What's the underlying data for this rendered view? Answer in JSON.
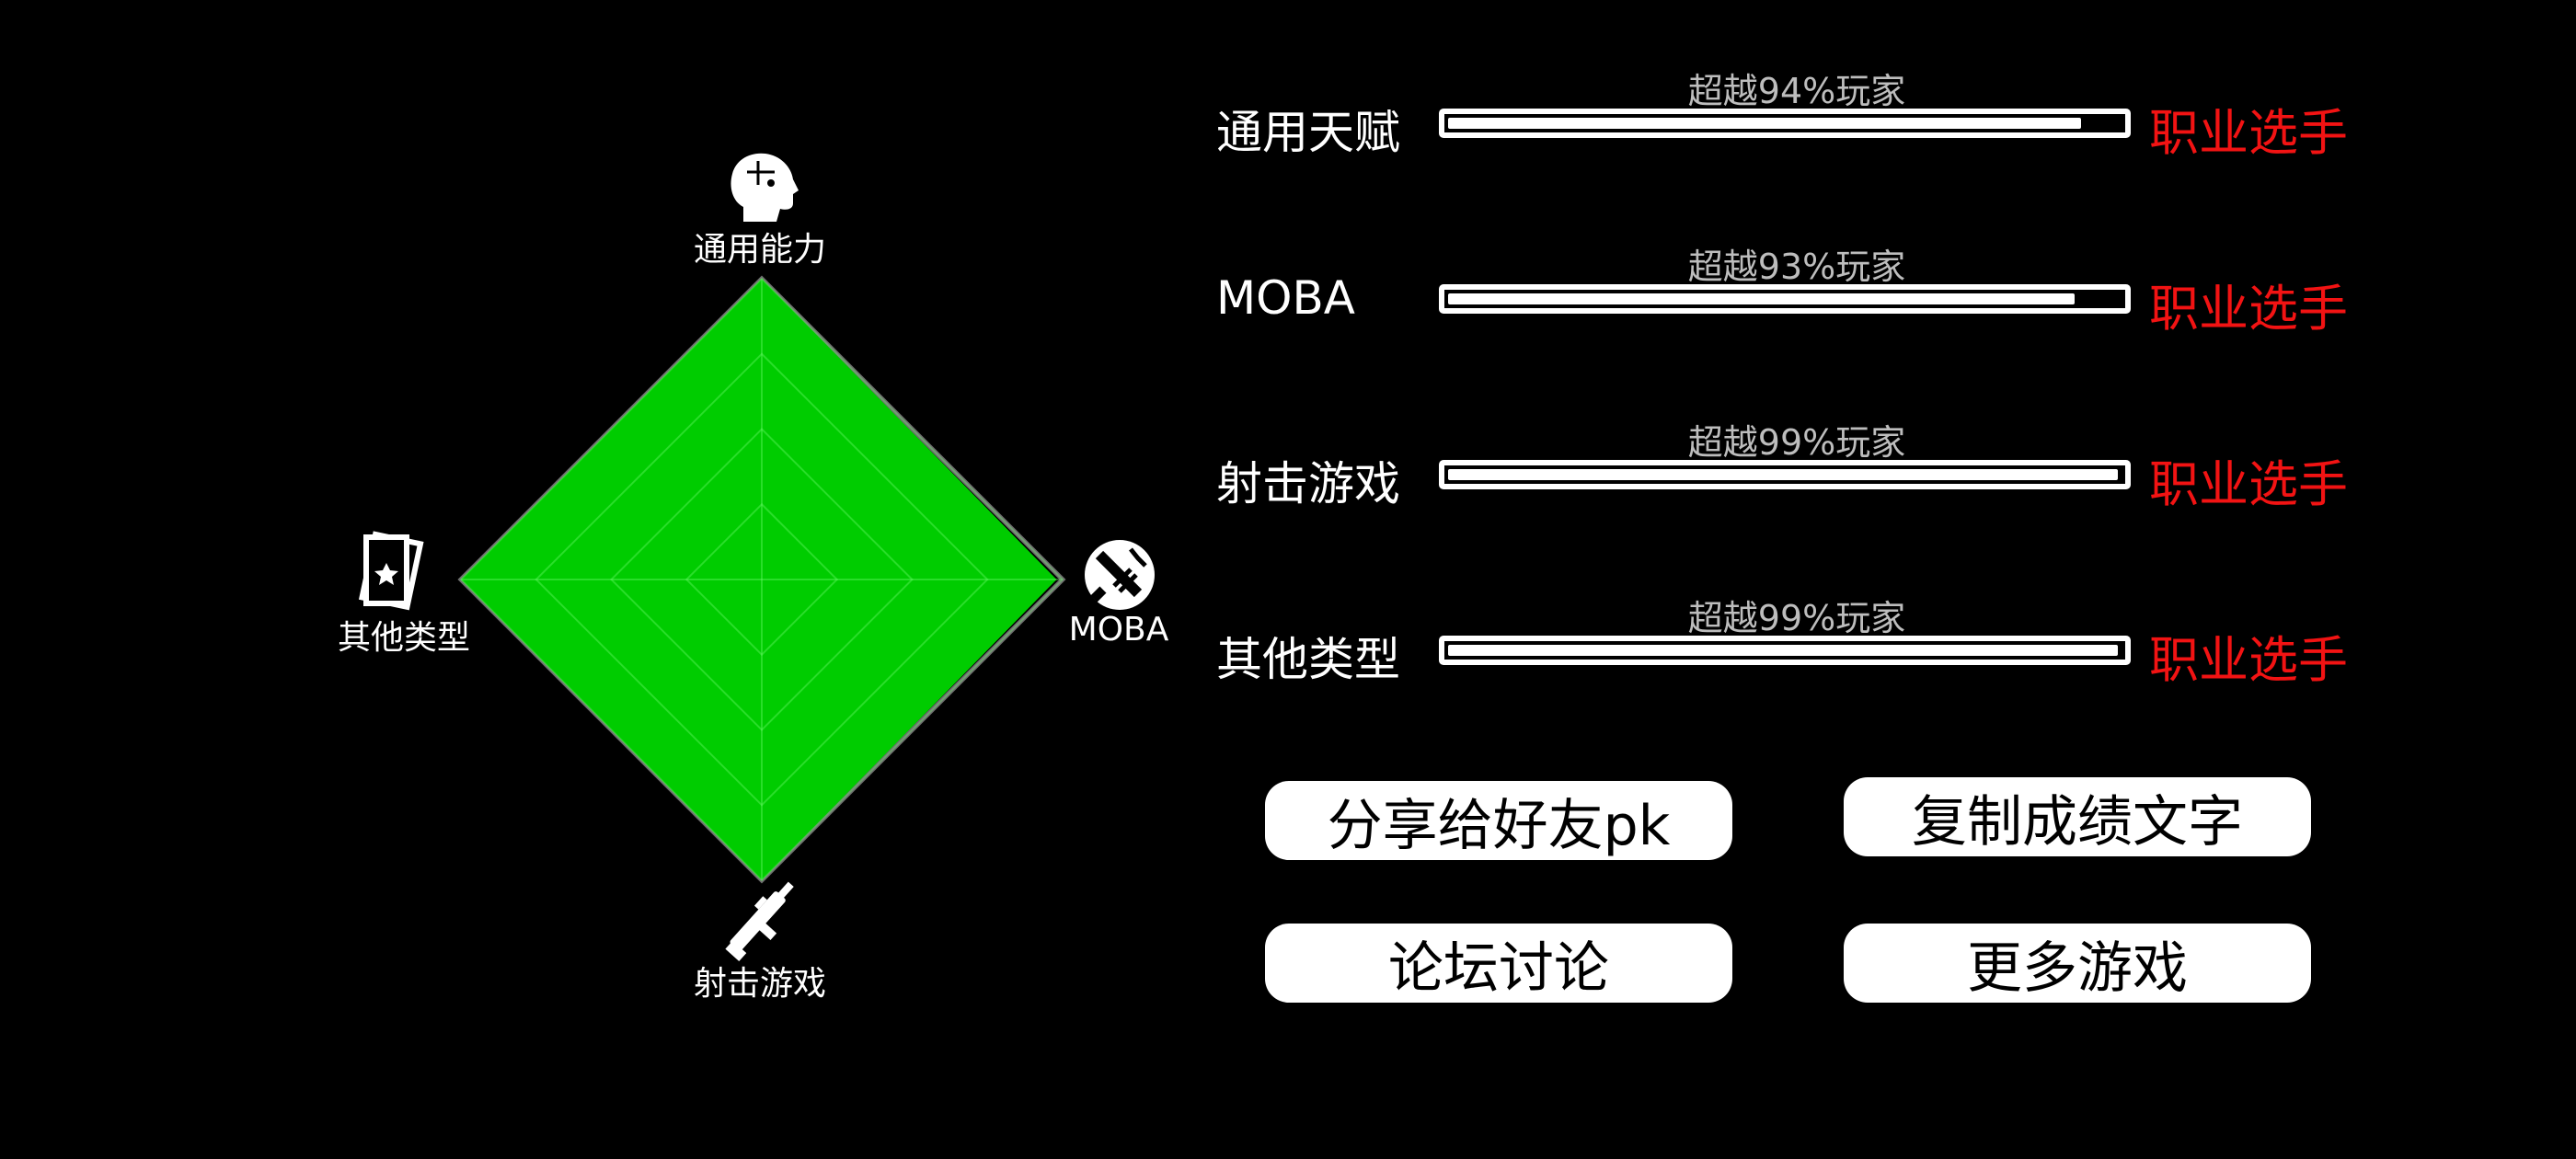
{
  "radar": {
    "fill_color": "#00cc00",
    "outline_color": "#6e6e6e",
    "rings": 4,
    "axes": [
      {
        "label": "通用能力",
        "icon": "head-icon",
        "level": 1.0
      },
      {
        "label": "MOBA",
        "icon": "moba-icon",
        "level": 0.98
      },
      {
        "label": "射击游戏",
        "icon": "rifle-icon",
        "level": 1.0
      },
      {
        "label": "其他类型",
        "icon": "cards-icon",
        "level": 1.0
      }
    ]
  },
  "stats": [
    {
      "name": "通用天赋",
      "percentile": "超越94%玩家",
      "progress": 0.94,
      "tier": "职业选手"
    },
    {
      "name": "MOBA",
      "percentile": "超越93%玩家",
      "progress": 0.93,
      "tier": "职业选手"
    },
    {
      "name": "射击游戏",
      "percentile": "超越99%玩家",
      "progress": 0.995,
      "tier": "职业选手"
    },
    {
      "name": "其他类型",
      "percentile": "超越99%玩家",
      "progress": 0.995,
      "tier": "职业选手"
    }
  ],
  "tier_color": "#f21313",
  "buttons": {
    "share": "分享给好友pk",
    "copy": "复制成绩文字",
    "forum": "论坛讨论",
    "more": "更多游戏"
  }
}
